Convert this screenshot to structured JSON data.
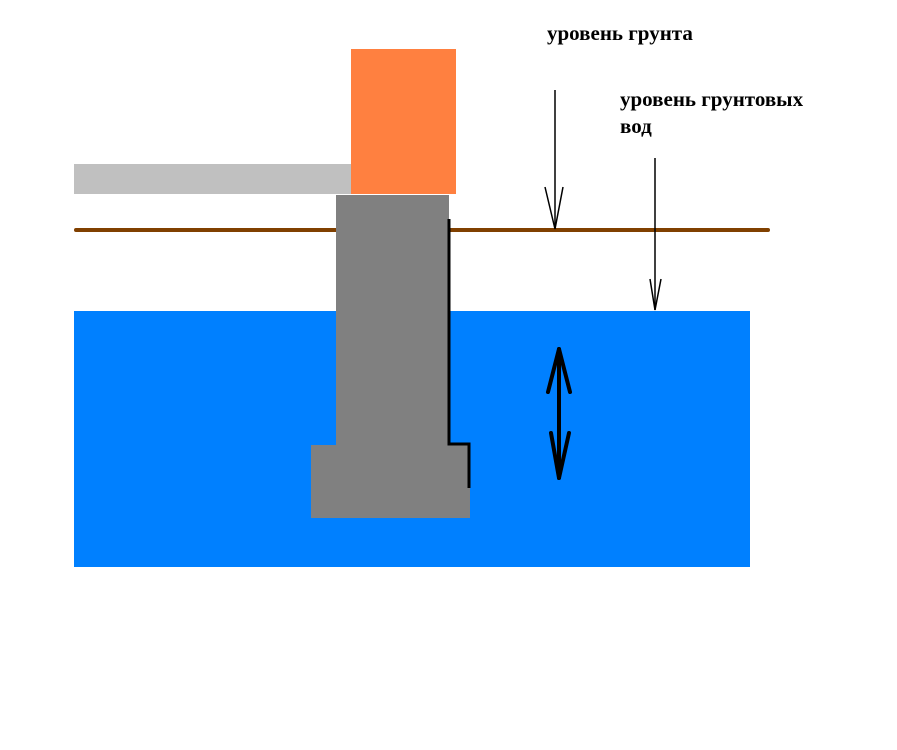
{
  "labels": {
    "ground_level": "уровень грунта",
    "groundwater_level_line1": "уровень грунтовых",
    "groundwater_level_line2": "вод"
  },
  "colors": {
    "background": "#ffffff",
    "groundwater": "#0080ff",
    "wall": "#ff8040",
    "blind_area": "#c0c0c0",
    "foundation": "#808080",
    "ground_line": "#804000",
    "waterproofing": "#000000",
    "text": "#000000"
  },
  "icons": {
    "ground_level_pointer": "arrow-down",
    "groundwater_level_pointer": "arrow-down",
    "water_fluctuation": "double-arrow-vertical"
  }
}
